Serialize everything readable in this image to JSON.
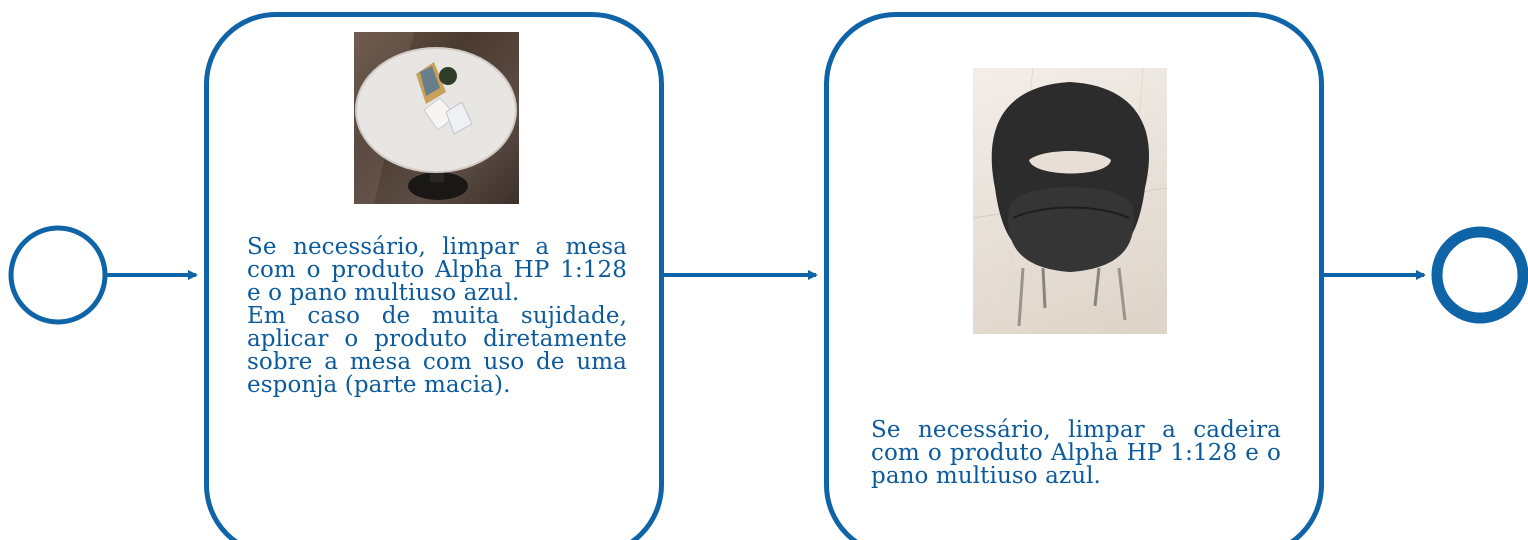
{
  "diagram": {
    "accent_color": "#0f64a8",
    "text_color": "#0b5a9c",
    "start_event": {
      "icon": "start-event-circle"
    },
    "end_event": {
      "icon": "end-event-circle"
    },
    "steps": [
      {
        "image": "table-photo",
        "paragraphs": [
          "Se necessário, limpar a mesa com o produto Alpha HP 1:128 e o pano multiuso azul.",
          "Em caso de muita sujidade, aplicar o produto diretamente sobre a mesa com uso de uma esponja (parte macia)."
        ]
      },
      {
        "image": "chair-photo",
        "paragraphs": [
          "Se necessário, limpar a cadeira com o produto Alpha HP 1:128 e o pano multiuso azul."
        ]
      }
    ]
  }
}
